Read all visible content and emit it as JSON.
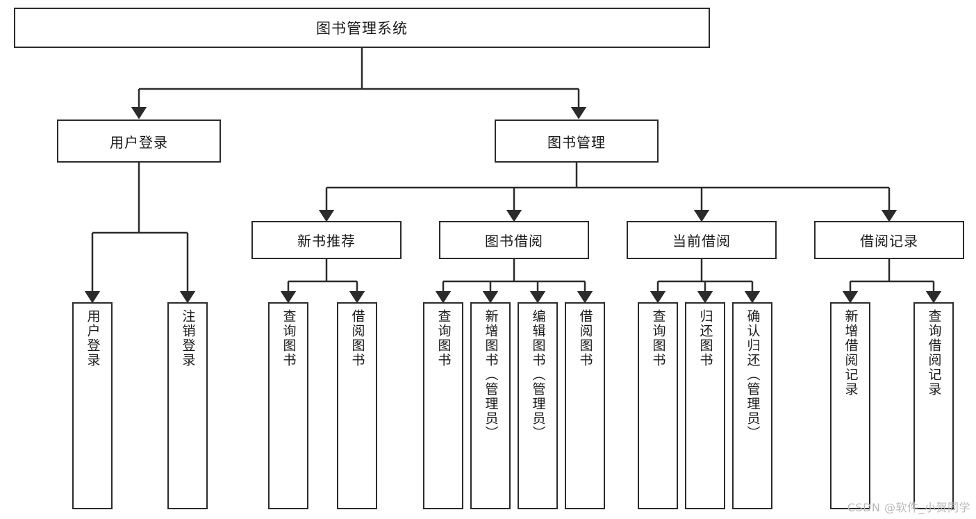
{
  "diagram": {
    "type": "tree",
    "title": "图书管理系统",
    "root": {
      "label": "图书管理系统"
    },
    "level1": [
      {
        "label": "用户登录"
      },
      {
        "label": "图书管理"
      }
    ],
    "level2": [
      {
        "label": "新书推荐",
        "parent": "图书管理"
      },
      {
        "label": "图书借阅",
        "parent": "图书管理"
      },
      {
        "label": "当前借阅",
        "parent": "图书管理"
      },
      {
        "label": "借阅记录",
        "parent": "图书管理"
      }
    ],
    "leaves": {
      "user_login": [
        {
          "label": "用户登录"
        },
        {
          "label": "注销登录"
        }
      ],
      "new_book_recommend": [
        {
          "label": "查询图书"
        },
        {
          "label": "借阅图书"
        }
      ],
      "book_borrow": [
        {
          "label": "查询图书"
        },
        {
          "label": "新增图书（管理员）"
        },
        {
          "label": "编辑图书（管理员）"
        },
        {
          "label": "借阅图书"
        }
      ],
      "current_borrow": [
        {
          "label": "查询图书"
        },
        {
          "label": "归还图书"
        },
        {
          "label": "确认归还（管理员）"
        }
      ],
      "borrow_record": [
        {
          "label": "新增借阅记录"
        },
        {
          "label": "查询借阅记录"
        }
      ]
    },
    "colors": {
      "stroke": "#2b2b2b",
      "fill": "#ffffff",
      "text": "#1a1a1a",
      "watermark": "#b9b9b9"
    }
  },
  "watermark": {
    "text": "CSDN @软件_小贺同学"
  }
}
